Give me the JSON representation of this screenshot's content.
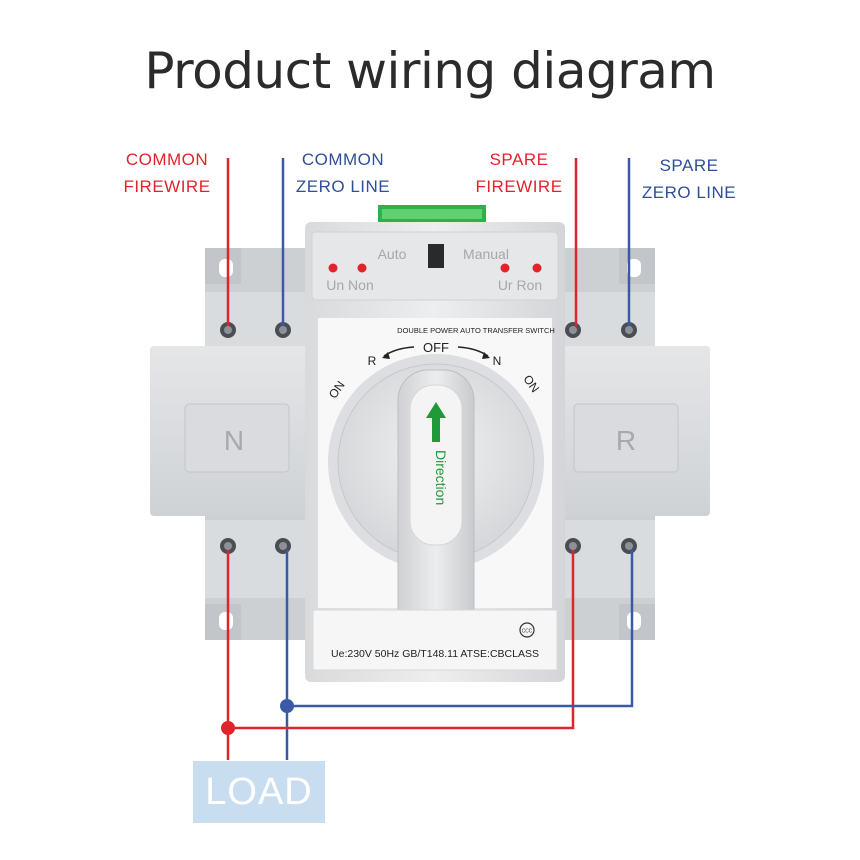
{
  "title": "Product wiring diagram",
  "labels": {
    "common_firewire": [
      "COMMON",
      "FIREWIRE"
    ],
    "common_zero_line": [
      "COMMON",
      "ZERO LINE"
    ],
    "spare_firewire": [
      "SPARE",
      "FIREWIRE"
    ],
    "spare_zero_line": [
      "SPARE",
      "ZERO LINE"
    ],
    "load": "LOAD"
  },
  "device": {
    "auto": "Auto",
    "manual": "Manual",
    "left_indicators": "Un Non",
    "right_indicators": "Ur Ron",
    "panel_title": "DOUBLE POWER AUTO TRANSFER SWITCH",
    "off": "OFF",
    "r_left": "R",
    "n_right": "N",
    "on_left": "ON",
    "on_right": "ON",
    "handle_text": "Direction",
    "side_left": "N",
    "side_right": "R",
    "rating": "Ue:230V  50Hz  GB/T148.11  ATSE:CBCLASS",
    "cert_mark": "CCC"
  },
  "colors": {
    "firewire": "#e0242c",
    "zero_line": "#3a5aa8",
    "load_box": "#c9ddf0",
    "arrow": "#1f9a3a"
  }
}
